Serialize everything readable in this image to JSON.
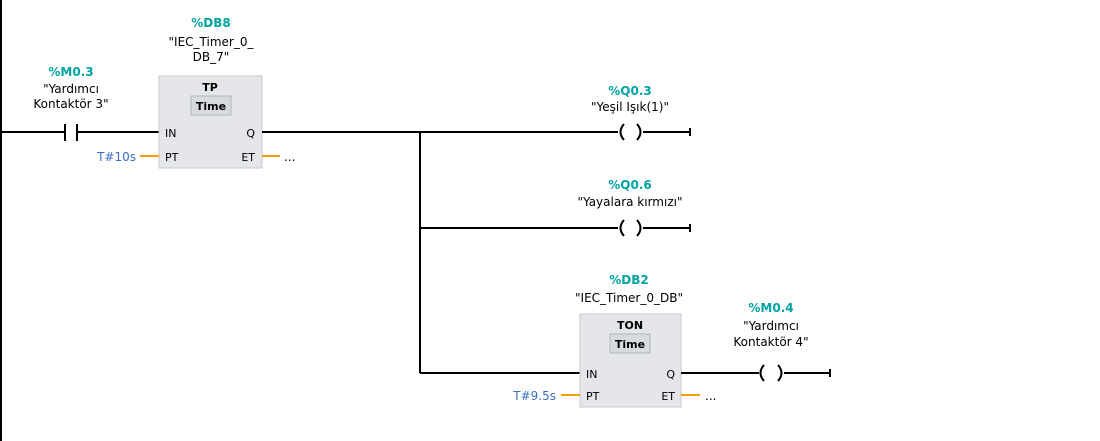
{
  "colors": {
    "wire": "#000000",
    "address": "#00a3a3",
    "constant": "#3a6fc4",
    "param_stub": "#f0a000",
    "box_fill": "#e4e6ea",
    "box_border": "#c6c9ce"
  },
  "network": {
    "contact_m03": {
      "address": "%M0.3",
      "name_line1": "\"Yardımcı",
      "name_line2": "Kontaktör 3\""
    },
    "timer_tp": {
      "db_address": "%DB8",
      "db_name_line1": "\"IEC_Timer_0_",
      "db_name_line2": "DB_7\"",
      "type": "TP",
      "data_type": "Time",
      "pin_in": "IN",
      "pin_q": "Q",
      "pin_pt": "PT",
      "pin_et": "ET",
      "pt_value": "T#10s",
      "et_value": "..."
    },
    "coil_q03": {
      "address": "%Q0.3",
      "name": "\"Yeşil Işık(1)\""
    },
    "coil_q06": {
      "address": "%Q0.6",
      "name": "\"Yayalara kırmızı\""
    },
    "timer_ton": {
      "db_address": "%DB2",
      "db_name": "\"IEC_Timer_0_DB\"",
      "type": "TON",
      "data_type": "Time",
      "pin_in": "IN",
      "pin_q": "Q",
      "pin_pt": "PT",
      "pin_et": "ET",
      "pt_value": "T#9.5s",
      "et_value": "..."
    },
    "coil_m04": {
      "address": "%M0.4",
      "name_line1": "\"Yardımcı",
      "name_line2": "Kontaktör 4\""
    }
  }
}
